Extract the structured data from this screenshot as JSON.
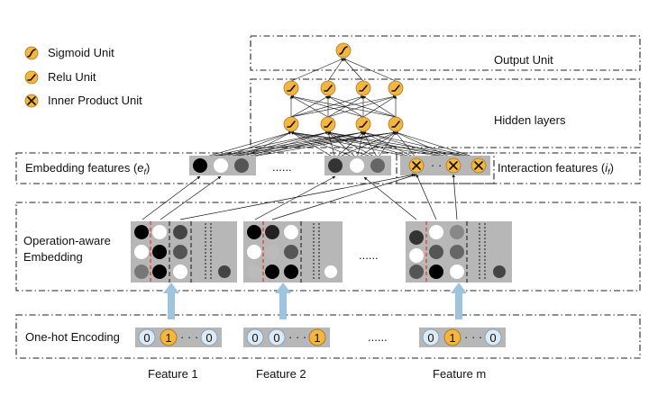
{
  "legend": {
    "sigmoid": "Sigmoid Unit",
    "relu": "Relu Unit",
    "inner_product": "Inner Product Unit"
  },
  "layers": {
    "output": "Output Unit",
    "hidden": "Hidden layers",
    "embedding_features": "Embedding features (",
    "embedding_symbol": "e",
    "embedding_sub": "f",
    "interaction_features": "Interaction features (",
    "interaction_symbol": "i",
    "interaction_sub": "f",
    "close_paren": ")",
    "operation_aware_line1": "Operation-aware",
    "operation_aware_line2": "Embedding",
    "one_hot": "One-hot Encoding"
  },
  "features": [
    "Feature 1",
    "Feature 2",
    "Feature m"
  ],
  "one_hot_values": [
    [
      "0",
      "1",
      "0"
    ],
    [
      "0",
      "0",
      "1"
    ],
    [
      "0",
      "1",
      "0"
    ]
  ],
  "dots": {
    "embedding": "......",
    "interaction": "·  ·  ·",
    "matrix": "......",
    "one_hot_inner": "· · ·",
    "one_hot_between": "......"
  },
  "colors": {
    "unit_orange": "#f5b63f",
    "arrow_blue": "#9fc4e0",
    "matrix_gray": "#b7b7b7",
    "red_divider": "#e0443a"
  }
}
